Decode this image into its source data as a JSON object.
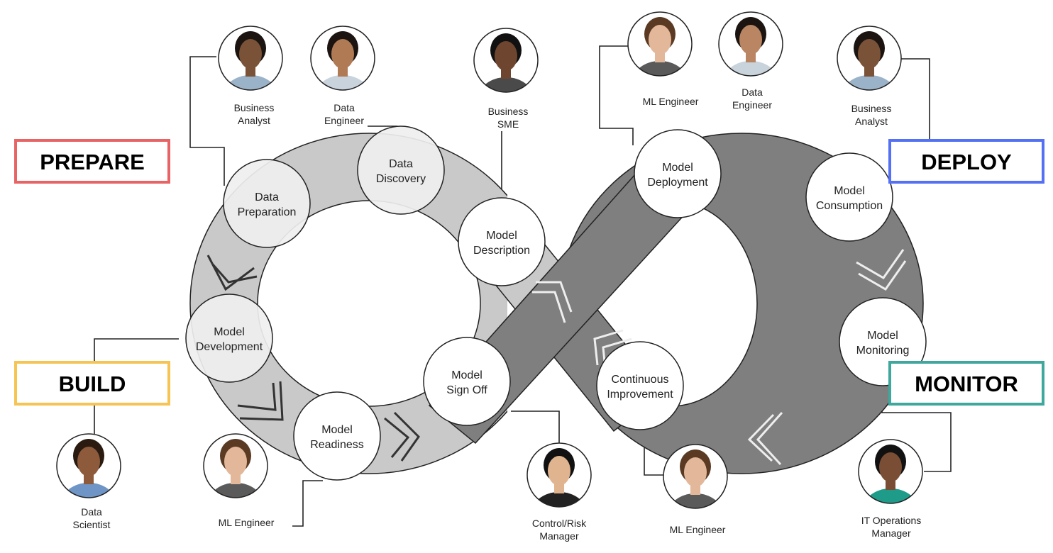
{
  "stages": [
    {
      "id": "prepare",
      "label": "PREPARE",
      "color": "#e86464"
    },
    {
      "id": "build",
      "label": "BUILD",
      "color": "#f5c452"
    },
    {
      "id": "deploy",
      "label": "DEPLOY",
      "color": "#5470f5"
    },
    {
      "id": "monitor",
      "label": "MONITOR",
      "color": "#3fa89d"
    }
  ],
  "nodes": [
    {
      "id": "data-preparation",
      "lines": [
        "Data",
        "Preparation"
      ]
    },
    {
      "id": "data-discovery",
      "lines": [
        "Data",
        "Discovery"
      ]
    },
    {
      "id": "model-description",
      "lines": [
        "Model",
        "Description"
      ]
    },
    {
      "id": "model-development",
      "lines": [
        "Model",
        "Development"
      ]
    },
    {
      "id": "model-readiness",
      "lines": [
        "Model",
        "Readiness"
      ]
    },
    {
      "id": "model-sign-off",
      "lines": [
        "Model",
        "Sign Off"
      ]
    },
    {
      "id": "model-deployment",
      "lines": [
        "Model",
        "Deployment"
      ]
    },
    {
      "id": "model-consumption",
      "lines": [
        "Model",
        "Consumption"
      ]
    },
    {
      "id": "model-monitoring",
      "lines": [
        "Model",
        "Monitoring"
      ]
    },
    {
      "id": "continuous-improvement",
      "lines": [
        "Continuous",
        "Improvement"
      ]
    }
  ],
  "roles": [
    {
      "id": "business-analyst-prepare",
      "lines": [
        "Business",
        "Analyst"
      ]
    },
    {
      "id": "data-engineer-prepare",
      "lines": [
        "Data",
        "Engineer"
      ]
    },
    {
      "id": "business-sme",
      "lines": [
        "Business",
        "SME"
      ]
    },
    {
      "id": "ml-engineer-deploy",
      "lines": [
        "ML Engineer"
      ]
    },
    {
      "id": "data-engineer-deploy",
      "lines": [
        "Data",
        "Engineer"
      ]
    },
    {
      "id": "business-analyst-deploy",
      "lines": [
        "Business",
        "Analyst"
      ]
    },
    {
      "id": "data-scientist",
      "lines": [
        "Data",
        "Scientist"
      ]
    },
    {
      "id": "ml-engineer-build",
      "lines": [
        "ML Engineer"
      ]
    },
    {
      "id": "control-risk-manager",
      "lines": [
        "Control/Risk",
        "Manager"
      ]
    },
    {
      "id": "ml-engineer-monitor",
      "lines": [
        "ML Engineer"
      ]
    },
    {
      "id": "it-operations-manager",
      "lines": [
        "IT Operations",
        "Manager"
      ]
    }
  ],
  "colors": {
    "left_loop": "#c9c9c9",
    "right_loop": "#7f7f7f"
  }
}
